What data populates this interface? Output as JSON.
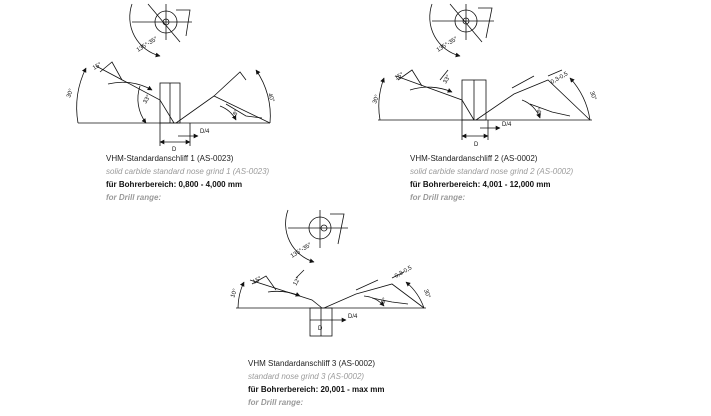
{
  "grinds": [
    {
      "title": "VHM-Standardanschliff 1 (AS-0023)",
      "subtitle": "solid carbide standard nose grind 1 (AS-0023)",
      "range_label": "für Bohrerbereich: 0,800 - 4,000 mm",
      "range_label_en": "for Drill range:",
      "dims": {
        "top_angle": "135°-35°",
        "left_outer": "30°",
        "left_mid": "15°",
        "left_inner": "33°",
        "right_outer": "40°",
        "right_inner": "8°",
        "width": "D",
        "quarter": "D/4"
      }
    },
    {
      "title": "VHM-Standardanschliff 2 (AS-0002)",
      "subtitle": "solid carbide standard nose grind 2 (AS-0002)",
      "range_label": "für Bohrerbereich: 4,001 - 12,000 mm",
      "range_label_en": "for Drill range:",
      "dims": {
        "top_angle": "135°-35°",
        "left_outer": "30°",
        "left_mid": "15°",
        "left_inner": "33°",
        "right_outer": "30°",
        "right_mid": "0,3-0,5",
        "right_inner": "8°",
        "width": "D",
        "quarter": "D/4"
      }
    },
    {
      "title": "VHM Standardanschliff 3 (AS-0002)",
      "subtitle": "standard nose grind 3 (AS-0002)",
      "range_label": "für Bohrerbereich: 20,001 - max mm",
      "range_label_en": "for Drill range:",
      "dims": {
        "top_angle": "135°-35°",
        "left_outer": "10°",
        "left_mid": "15°",
        "left_inner": "12°",
        "right_outer": "30°",
        "right_mid": "0,3-0,5",
        "right_inner": "8°",
        "width": "D",
        "quarter": "D/4"
      }
    }
  ]
}
